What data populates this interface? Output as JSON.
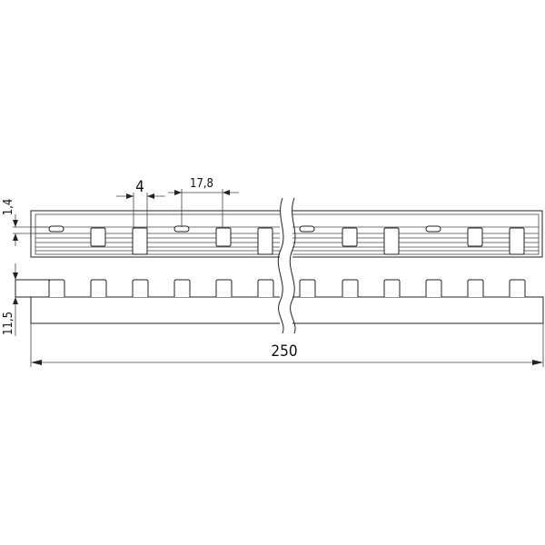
{
  "drawing": {
    "title": "Busbar (comb) technical drawing",
    "dimensions": {
      "tab_width": "4",
      "pitch": "17,8",
      "thickness": "1,4",
      "height": "11,5",
      "length": "250"
    },
    "colors": {
      "line": "#222222",
      "background": "#ffffff"
    }
  }
}
